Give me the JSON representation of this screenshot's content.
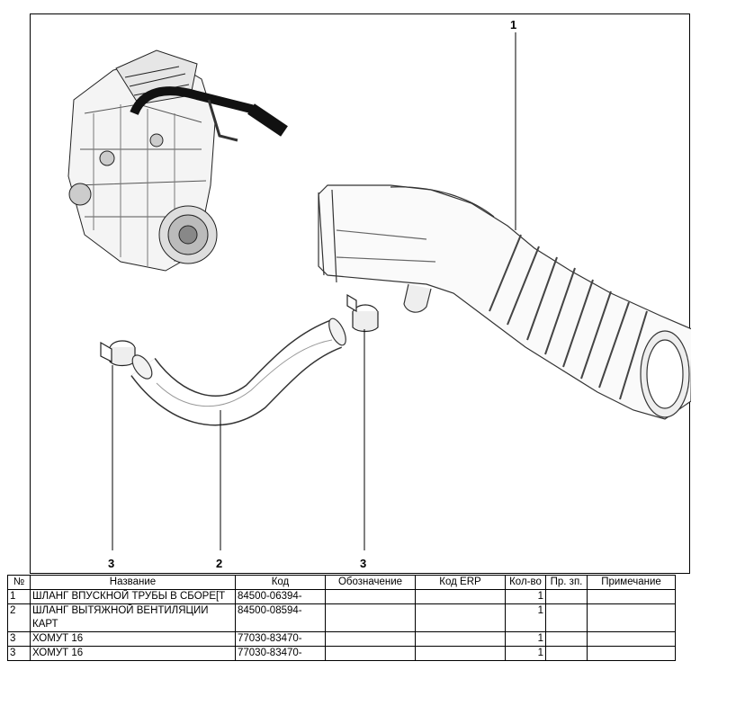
{
  "callouts": {
    "top_1": "1",
    "bottom_left_3": "3",
    "bottom_2": "2",
    "bottom_right_3": "3"
  },
  "table": {
    "headers": [
      "№",
      "Название",
      "Код",
      "Обозначение",
      "Код ERP",
      "Кол-во",
      "Пр. зп.",
      "Примечание"
    ],
    "rows": [
      {
        "no": "1",
        "name": "ШЛАНГ ВПУСКНОЙ ТРУБЫ В СБОРЕ[Т",
        "code": "84500-06394-",
        "designation": "",
        "erp": "",
        "qty": "1",
        "pr": "",
        "note": ""
      },
      {
        "no": "2",
        "name": "ШЛАНГ ВЫТЯЖНОЙ ВЕНТИЛЯЦИИ КАРТ",
        "code": "84500-08594-",
        "designation": "",
        "erp": "",
        "qty": "1",
        "pr": "",
        "note": ""
      },
      {
        "no": "3",
        "name": "ХОМУТ 16",
        "code": "77030-83470-",
        "designation": "",
        "erp": "",
        "qty": "1",
        "pr": "",
        "note": ""
      },
      {
        "no": "3",
        "name": "ХОМУТ 16",
        "code": "77030-83470-",
        "designation": "",
        "erp": "",
        "qty": "1",
        "pr": "",
        "note": ""
      }
    ]
  }
}
